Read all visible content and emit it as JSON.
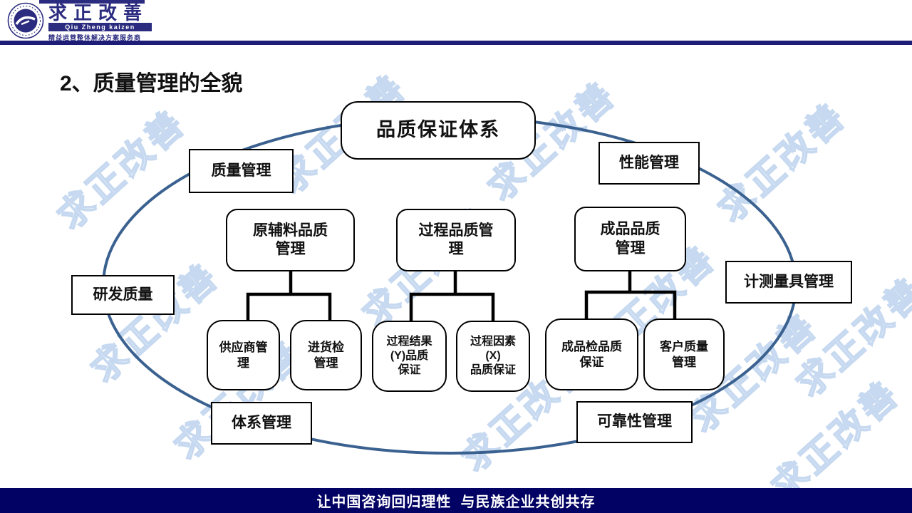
{
  "header": {
    "brand_cn": "求正改善",
    "brand_en": "Qiu Zheng kaizen",
    "brand_tagline": "精益运营整体解决方案服务商"
  },
  "slide": {
    "title": "2、质量管理的全貌"
  },
  "watermark_text": "求正改善",
  "diagram": {
    "root_label": "品质保证体系",
    "orbit_labels": {
      "quality": "质量管理",
      "performance": "性能管理",
      "rd": "研发质量",
      "measuring": "计测量具管理",
      "system": "体系管理",
      "reliability": "可靠性管理"
    },
    "groups": [
      {
        "parent": "原辅料品质\n管理",
        "children": [
          "供应商管\n理",
          "进货检\n管理"
        ]
      },
      {
        "parent": "过程品质管\n理",
        "children": [
          "过程结果\n(Y)品质\n保证",
          "过程因素\n(X)\n品质保证"
        ]
      },
      {
        "parent": "成品品质\n管理",
        "children": [
          "成品检品质\n保证",
          "客户质量\n管理"
        ]
      }
    ]
  },
  "footer": {
    "slogan": "让中国咨询回归理性  与民族企业共创共存"
  },
  "colors": {
    "brand_navy": "#2b2b80",
    "divider_navy": "#1d1d78",
    "footer_navy": "#020264",
    "ellipse_blue": "#3a618f",
    "watermark_blue": "#c6d9f0"
  }
}
